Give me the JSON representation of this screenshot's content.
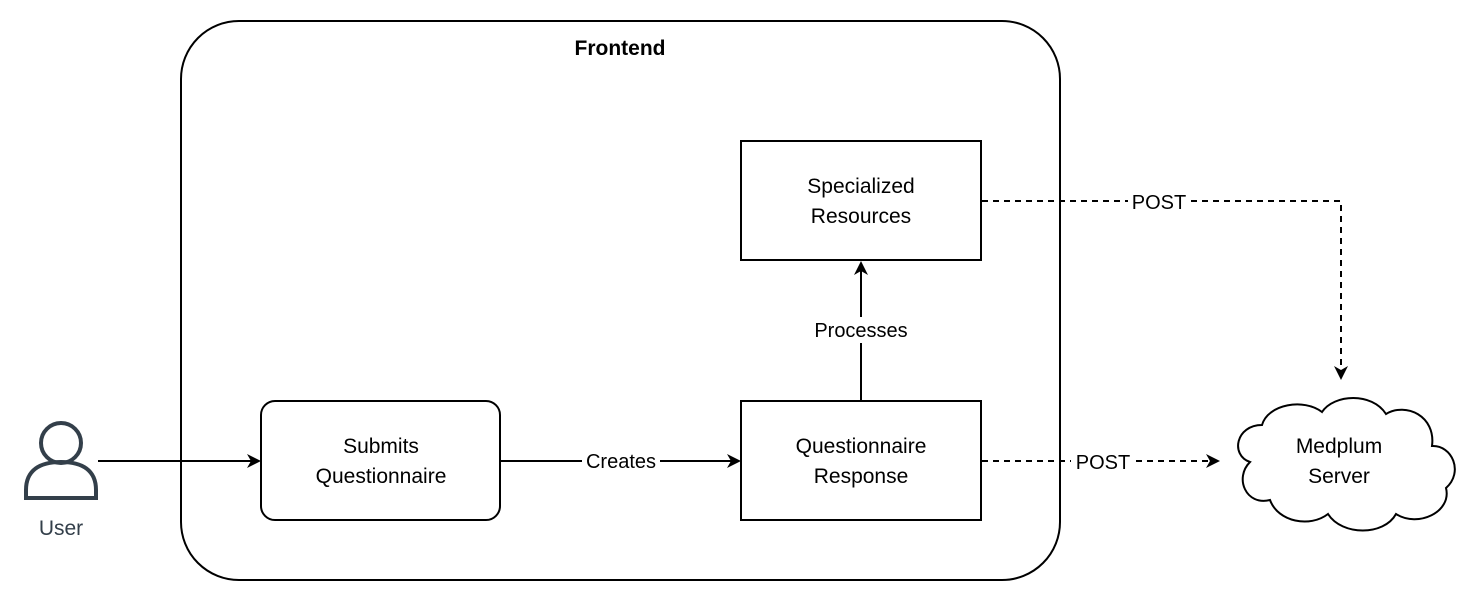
{
  "diagram": {
    "container": {
      "title": "Frontend"
    },
    "actor": {
      "label": "User"
    },
    "nodes": {
      "submits": {
        "lines": [
          "Submits",
          "Questionnaire"
        ]
      },
      "response": {
        "lines": [
          "Questionnaire",
          "Response"
        ]
      },
      "specialized": {
        "lines": [
          "Specialized",
          "Resources"
        ]
      },
      "server": {
        "lines": [
          "Medplum",
          "Server"
        ]
      }
    },
    "edges": {
      "creates": {
        "label": "Creates"
      },
      "processes": {
        "label": "Processes"
      },
      "post_response": {
        "label": "POST"
      },
      "post_resources": {
        "label": "POST"
      }
    }
  }
}
